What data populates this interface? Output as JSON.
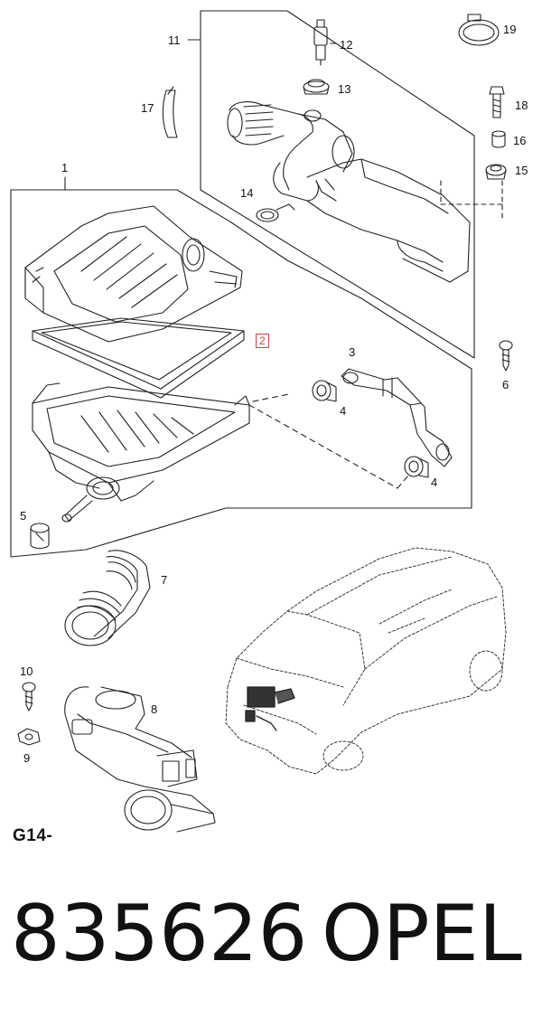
{
  "callouts": {
    "c1": "1",
    "c2": "2",
    "c3": "3",
    "c4a": "4",
    "c4b": "4",
    "c5": "5",
    "c6": "6",
    "c7": "7",
    "c8": "8",
    "c9": "9",
    "c10": "10",
    "c11": "11",
    "c12": "12",
    "c13": "13",
    "c14": "14",
    "c15": "15",
    "c16": "16",
    "c17": "17",
    "c18": "18",
    "c19": "19"
  },
  "group_code": "G14-",
  "part_number": "835626",
  "brand": "OPEL",
  "colors": {
    "line": "#222222",
    "highlight": "#d04040",
    "background": "#ffffff"
  }
}
